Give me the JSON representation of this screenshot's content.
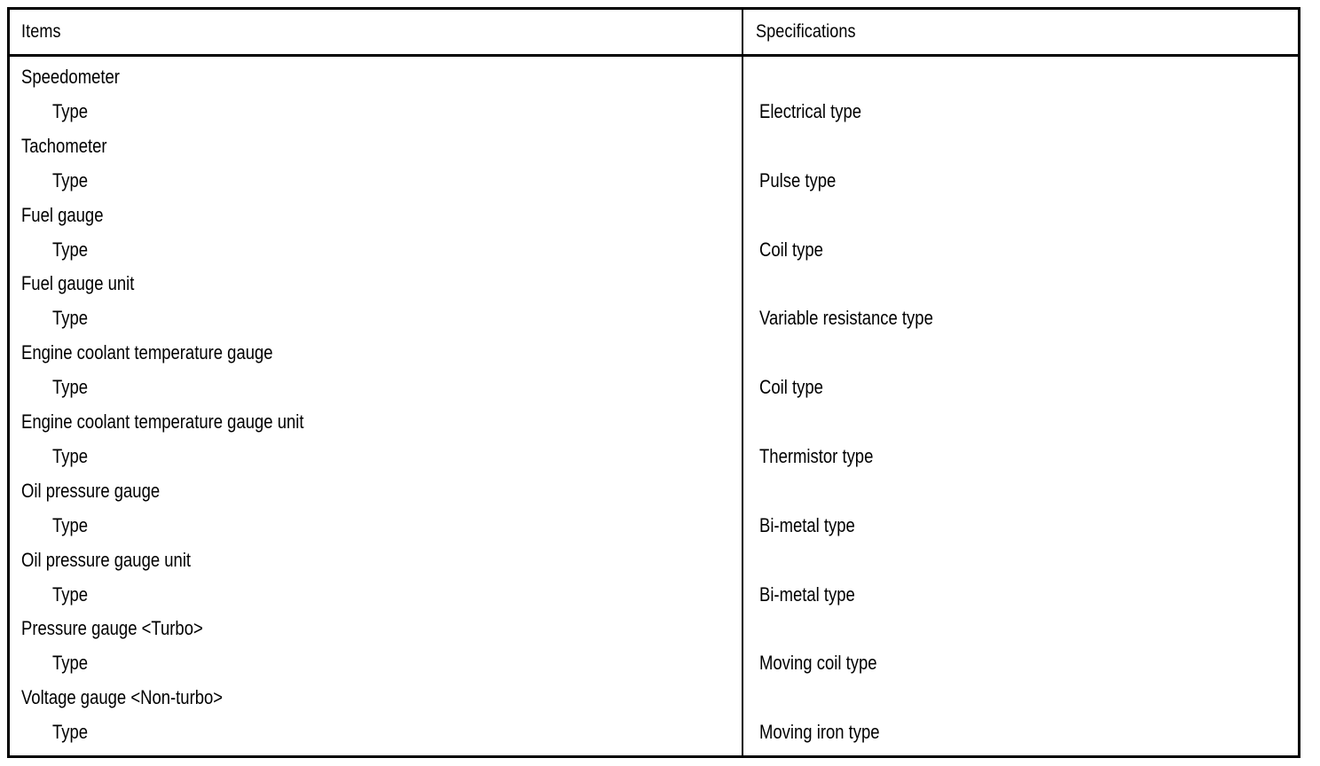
{
  "table": {
    "headers": {
      "items": "Items",
      "specifications": "Specifications"
    },
    "rows": [
      {
        "item": "Speedometer",
        "sub": "Type",
        "spec": "Electrical type"
      },
      {
        "item": "Tachometer",
        "sub": "Type",
        "spec": "Pulse type"
      },
      {
        "item": "Fuel gauge",
        "sub": "Type",
        "spec": "Coil type"
      },
      {
        "item": "Fuel gauge unit",
        "sub": "Type",
        "spec": "Variable resistance type"
      },
      {
        "item": "Engine coolant temperature gauge",
        "sub": "Type",
        "spec": "Coil type"
      },
      {
        "item": "Engine coolant temperature gauge unit",
        "sub": "Type",
        "spec": "Thermistor type"
      },
      {
        "item": "Oil pressure gauge",
        "sub": "Type",
        "spec": "Bi-metal type"
      },
      {
        "item": "Oil pressure gauge unit",
        "sub": "Type",
        "spec": "Bi-metal type"
      },
      {
        "item": "Pressure gauge <Turbo>",
        "sub": "Type",
        "spec": "Moving coil type"
      },
      {
        "item": "Voltage gauge <Non-turbo>",
        "sub": "Type",
        "spec": "Moving iron type"
      }
    ]
  },
  "colors": {
    "ink": "#000000",
    "paper": "#ffffff"
  }
}
